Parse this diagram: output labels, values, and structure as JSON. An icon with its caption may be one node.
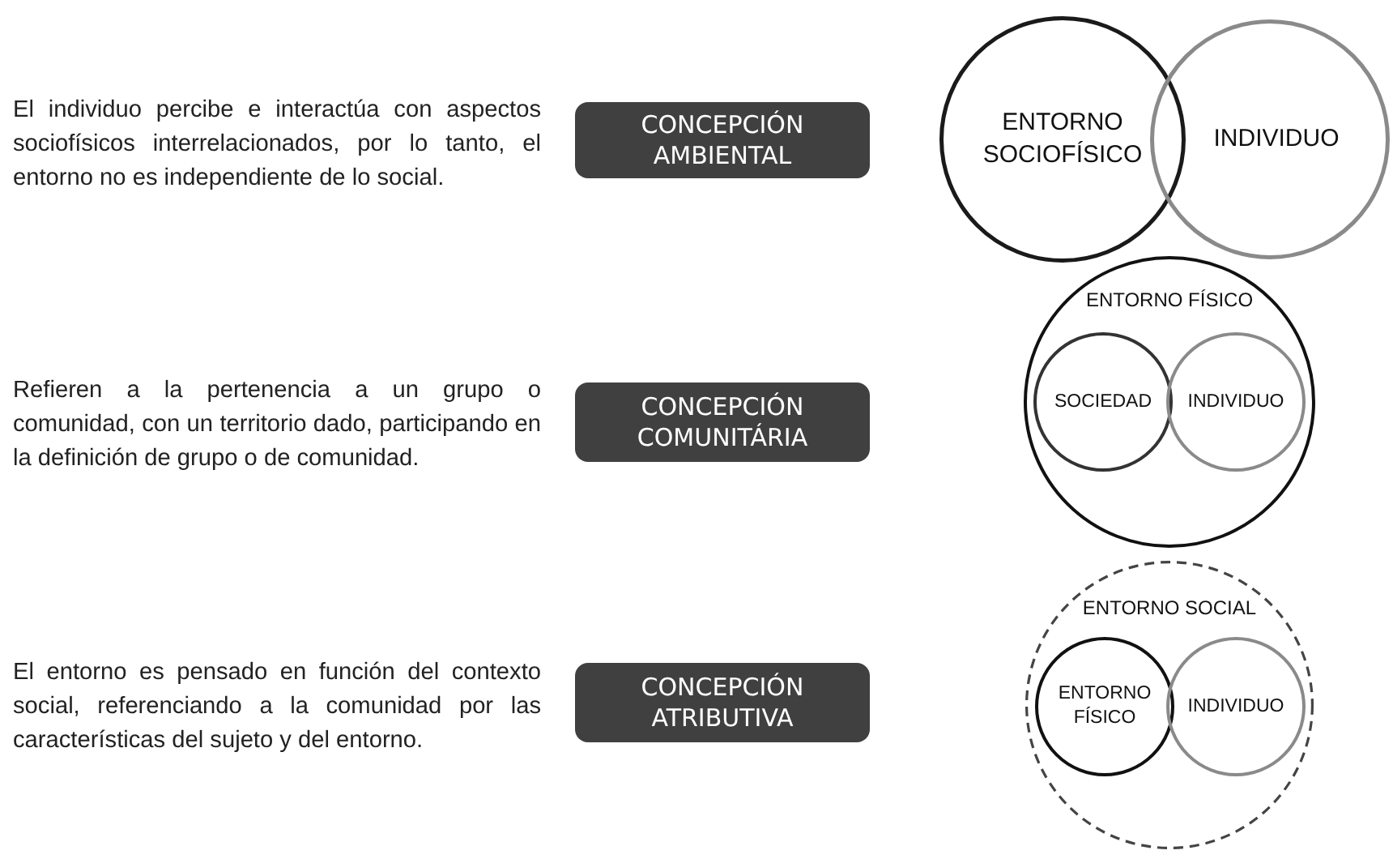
{
  "diagram": {
    "nodes": [
      {
        "text": [
          "CONCEPCIÓN AMBIENTAL"
        ]
      },
      {
        "text": [
          "ENTORNO SOCIOFÍSICO"
        ]
      },
      {
        "text": [
          "INDIVIDUO"
        ]
      },
      {
        "text": [
          "CONCEPCIÓN COMUNITÁRIA"
        ]
      },
      {
        "text": [
          "ENTORNO FÍSICO"
        ]
      },
      {
        "text": [
          "SOCIEDAD"
        ],
        "in": 4
      },
      {
        "text": [
          "INDIVIDUO"
        ],
        "in": 4
      },
      {
        "text": [
          "CONCEPCIÓN ATRIBUTIVA"
        ]
      },
      {
        "text": [
          "ENTORNO SOCIAL"
        ]
      },
      {
        "text": [
          "ENTORNO FÍSICO"
        ],
        "in": 8
      },
      {
        "text": [
          "INDIVIDUO"
        ],
        "in": 8
      }
    ],
    "edges": [],
    "labels": [
      "El individuo percibe e interactúa con aspectos sociofísicos interrelacionados, por lo tanto, el entorno no es independiente de lo social.",
      "Refieren a la pertenencia a un grupo o comunidad, con un territorio dado, participando en la definición de grupo o de comunidad.",
      "El entorno es pensado en función del contexto social, referenciando a la comunidad por las características del sujeto y del entorno."
    ]
  }
}
